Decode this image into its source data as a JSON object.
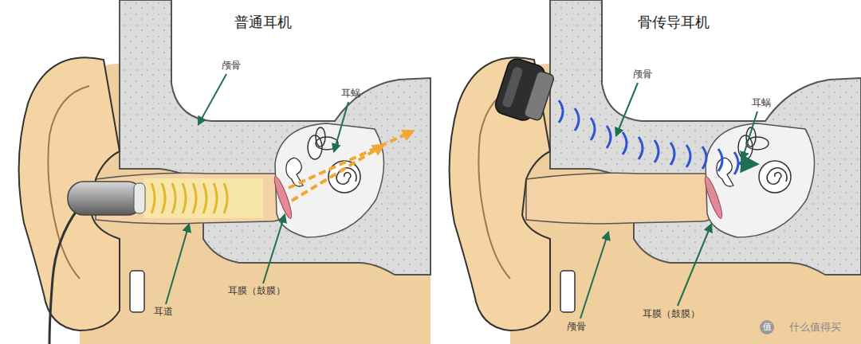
{
  "diagram": {
    "labels": [
      "普通耳机",
      "颅骨",
      "耳蜗",
      "耳道",
      "耳膜（鼓膜）",
      "骨传导耳机",
      "颅骨",
      "耳蜗",
      "耳膜（鼓膜）",
      "颅骨",
      "值",
      "什么值得买"
    ]
  }
}
